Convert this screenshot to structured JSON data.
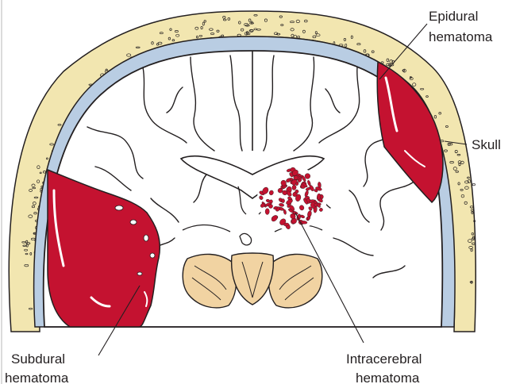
{
  "figure": {
    "labels": {
      "epidural": [
        "Epidural",
        "hematoma"
      ],
      "skull": "Skull",
      "subdural": [
        "Subdural",
        "hematoma"
      ],
      "intracerebral": [
        "Intracerebral",
        "hematoma"
      ]
    },
    "colors": {
      "skull": "#f2e6b0",
      "dura": "#b9cde3",
      "brain": "#ffffff",
      "outline": "#231f20",
      "hematoma": "#c41230",
      "brainstem": "#f1d3a2"
    }
  }
}
